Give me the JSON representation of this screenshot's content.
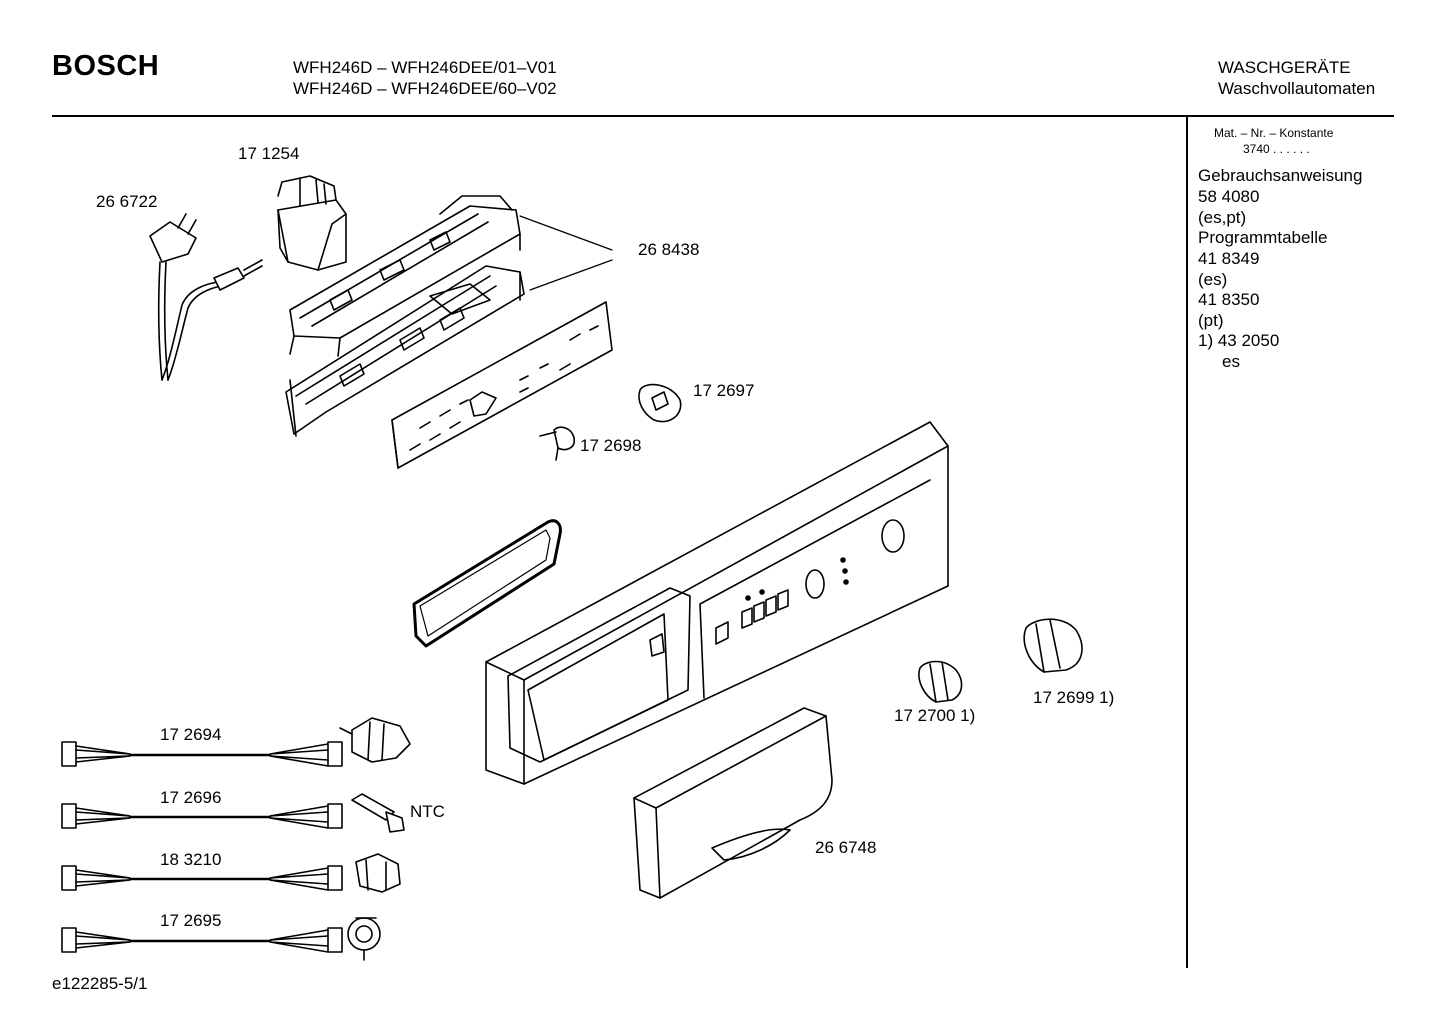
{
  "header": {
    "brand": "BOSCH",
    "model_line_1": "WFH246D – WFH246DEE/01–V01",
    "model_line_2": "WFH246D – WFH246DEE/60–V02",
    "category_line_1": "WASCHGERÄTE",
    "category_line_2": "Waschvollautomaten"
  },
  "sidebar": {
    "mat_label": "Mat. – Nr. – Konstante",
    "mat_value": "3740 . . . . . .",
    "lines": [
      "Gebrauchsanweisung",
      "58 4080",
      "(es,pt)",
      "Programmtabelle",
      "41 8349",
      "(es)",
      "41 8350",
      "(pt)",
      "1)  43 2050",
      "es"
    ]
  },
  "parts": {
    "p171254": "17 1254",
    "p266722": "26 6722",
    "p268438": "26 8438",
    "p172697": "17 2697",
    "p172698": "17 2698",
    "p172700": "17 2700 1)",
    "p172699": "17 2699 1)",
    "p266748": "26 6748",
    "p172694": "17 2694",
    "p172696": "17 2696",
    "p183210": "18 3210",
    "p172695": "17 2695",
    "ntc": "NTC"
  },
  "footer": {
    "code": "e122285-5/1"
  }
}
